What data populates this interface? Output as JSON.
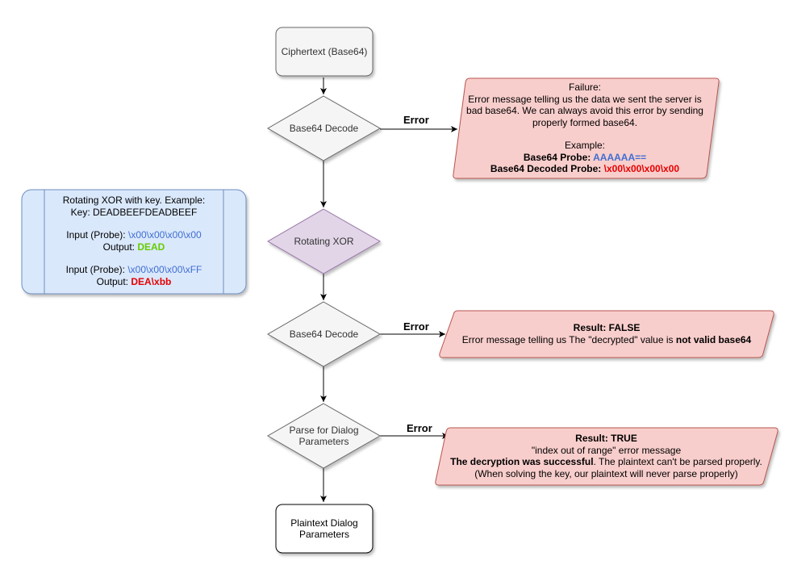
{
  "nodes": {
    "ciphertext": "Ciphertext (Base64)",
    "decode1": "Base64 Decode",
    "rotating_xor": "Rotating XOR",
    "decode2": "Base64 Decode",
    "parse": {
      "line1": "Parse for Dialog",
      "line2": "Parameters"
    },
    "plaintext": {
      "line1": "Plaintext Dialog",
      "line2": "Parameters"
    }
  },
  "edges": {
    "error1": "Error",
    "error2": "Error",
    "error3": "Error"
  },
  "failure": {
    "title": "Failure:",
    "line1": "Error message telling us the data we sent the server is",
    "line2": "bad base64. We can always avoid this error by sending",
    "line3": "properly formed base64.",
    "example_label": "Example:",
    "probe_label": "Base64 Probe: ",
    "probe_value": "AAAAAA==",
    "decoded_label": "Base64 Decoded Probe: ",
    "decoded_value": "\\x00\\x00\\x00\\x00"
  },
  "xor_note": {
    "line1": "Rotating XOR with key. Example:",
    "line2": "Key: DEADBEEFDEADBEEF",
    "input1_label": "Input (Probe): ",
    "input1_value": "\\x00\\x00\\x00\\x00",
    "output1_label": "Output: ",
    "output1_value": "DEAD",
    "input2_label": "Input (Probe): ",
    "input2_value": "\\x00\\x00\\x00\\xFF",
    "output2_label": "Output: ",
    "output2_value": "DEA\\xbb"
  },
  "result_false": {
    "title": "Result: FALSE",
    "text_prefix": "Error message telling us The \"decrypted\" value is ",
    "text_bold": "not valid base64"
  },
  "result_true": {
    "title": "Result: TRUE",
    "line1": "\"index out of range\" error message",
    "line2_bold": "The decryption was successful",
    "line2_rest": ". The plaintext can't be parsed properly.",
    "line3": "(When solving the key, our plaintext will never parse properly)"
  },
  "colors": {
    "red_fill": "#f8cecc",
    "red_stroke": "#b85450",
    "purple_fill": "#e1d5e7",
    "purple_stroke": "#9673a6",
    "blue_fill": "#dae8fc",
    "blue_stroke": "#6c8ebf",
    "gray_fill": "#f5f5f5",
    "gray_stroke": "#666666"
  }
}
